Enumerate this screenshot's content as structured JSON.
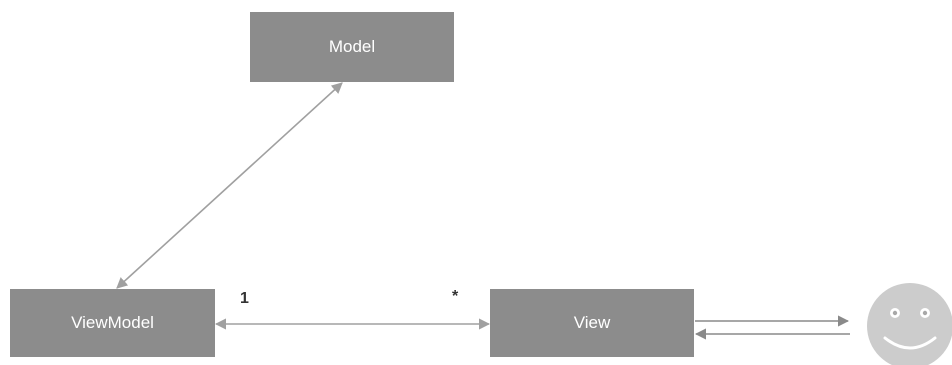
{
  "nodes": {
    "model": "Model",
    "viewmodel": "ViewModel",
    "view": "View"
  },
  "multiplicity": {
    "viewmodel_end": "1",
    "view_end": "*"
  },
  "colors": {
    "box_fill": "#8c8c8c",
    "box_text": "#ffffff",
    "line": "#a0a0a0",
    "face_fill": "#cccccc"
  },
  "icons": {
    "user": "smiley-face-icon"
  }
}
